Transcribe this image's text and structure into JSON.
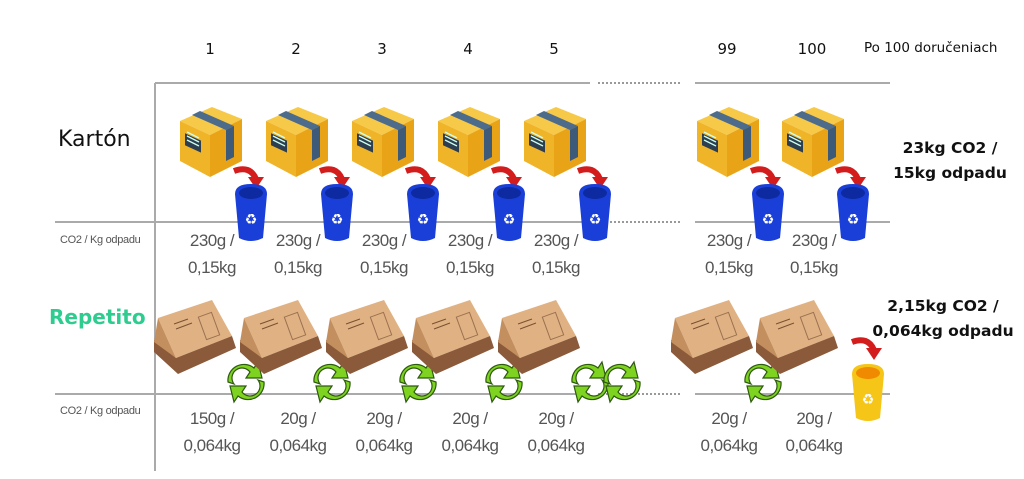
{
  "header": {
    "columns": [
      "1",
      "2",
      "3",
      "4",
      "5",
      "99",
      "100"
    ],
    "summary_label": "Po 100 doručeniach"
  },
  "karton": {
    "label": "Kartón",
    "unit_label": "CO2 / Kg odpadu",
    "values": [
      {
        "co2": "230g /",
        "waste": "0,15kg"
      },
      {
        "co2": "230g /",
        "waste": "0,15kg"
      },
      {
        "co2": "230g /",
        "waste": "0,15kg"
      },
      {
        "co2": "230g /",
        "waste": "0,15kg"
      },
      {
        "co2": "230g /",
        "waste": "0,15kg"
      },
      {
        "co2": "230g /",
        "waste": "0,15kg"
      },
      {
        "co2": "230g /",
        "waste": "0,15kg"
      }
    ],
    "total_co2": "23kg CO2 /",
    "total_waste": "15kg odpadu",
    "bin_color": "#1a3fd8"
  },
  "repetito": {
    "label": "Repetito",
    "label_color": "#2ecc8f",
    "unit_label": "CO2 / Kg odpadu",
    "values": [
      {
        "co2": "150g /",
        "waste": "0,064kg"
      },
      {
        "co2": "20g /",
        "waste": "0,064kg"
      },
      {
        "co2": "20g /",
        "waste": "0,064kg"
      },
      {
        "co2": "20g /",
        "waste": "0,064kg"
      },
      {
        "co2": "20g /",
        "waste": "0,064kg"
      },
      {
        "co2": "20g /",
        "waste": "0,064kg"
      },
      {
        "co2": "20g /",
        "waste": "0,064kg"
      }
    ],
    "total_co2": "2,15kg CO2 /",
    "total_waste": "0,064kg odpadu",
    "bin_color": "#f5c518"
  }
}
